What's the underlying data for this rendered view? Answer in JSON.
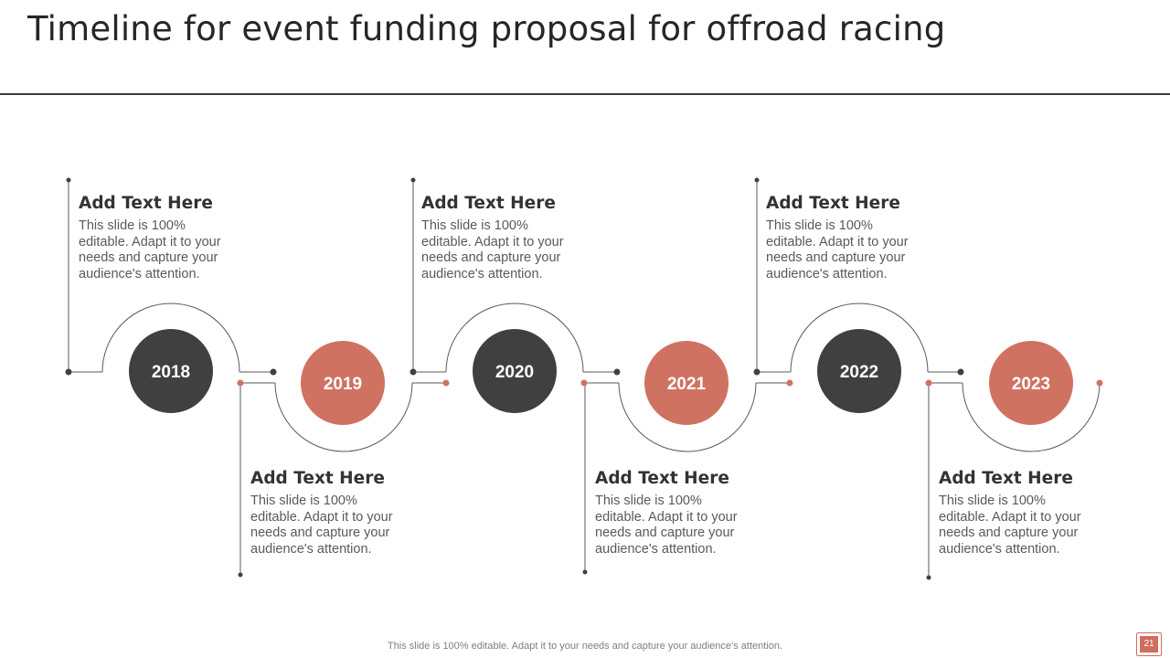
{
  "slide": {
    "title": "Timeline for event funding proposal for offroad racing",
    "footer": "This slide is 100% editable. Adapt it to your needs and capture your audience’s attention.",
    "page_number": "21"
  },
  "colors": {
    "dark": "#404040",
    "accent": "#d07262",
    "line": "#595959",
    "text_body": "#595959"
  },
  "timeline": {
    "milestones": [
      {
        "year": "2018",
        "style": "dark",
        "heading": "Add Text Here",
        "body": "This slide is 100% editable. Adapt it to your needs and capture your audience's attention.",
        "position": "above"
      },
      {
        "year": "2019",
        "style": "accent",
        "heading": "Add Text Here",
        "body": "This slide is 100% editable. Adapt it to your needs and capture your audience's attention.",
        "position": "below"
      },
      {
        "year": "2020",
        "style": "dark",
        "heading": "Add Text Here",
        "body": "This slide is 100% editable. Adapt it to your needs and capture your audience's attention.",
        "position": "above"
      },
      {
        "year": "2021",
        "style": "accent",
        "heading": "Add Text Here",
        "body": "This slide is 100% editable. Adapt it to your needs and capture your audience's attention.",
        "position": "below"
      },
      {
        "year": "2022",
        "style": "dark",
        "heading": "Add Text Here",
        "body": "This slide is 100% editable. Adapt it to your needs and capture your audience's attention.",
        "position": "above"
      },
      {
        "year": "2023",
        "style": "accent",
        "heading": "Add Text Here",
        "body": "This slide is 100% editable. Adapt it to your needs and capture your audience's attention.",
        "position": "below"
      }
    ]
  }
}
